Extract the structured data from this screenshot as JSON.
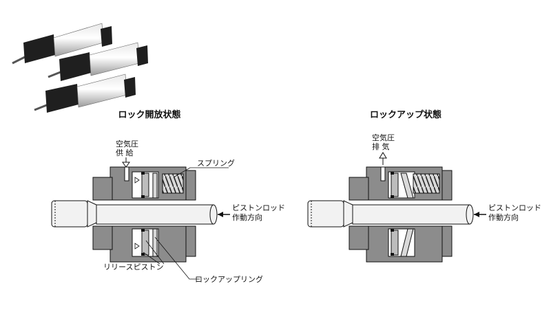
{
  "left": {
    "title": "ロック開放状態",
    "air_line1": "空気圧",
    "air_line2": "供 給",
    "spring": "スプリング",
    "rod_line1": "ピストンロッド",
    "rod_line2": "作動方向",
    "release_piston": "リリースピストン",
    "lockup_ring": "ロックアップリング"
  },
  "right": {
    "title": "ロックアップ状態",
    "air_line1": "空気圧",
    "air_line2": "排 気",
    "rod_line1": "ピストンロッド",
    "rod_line2": "作動方向"
  },
  "colors": {
    "body": "#8c8c8c",
    "body_dark": "#6a6a6a",
    "rod": "#f2f2f2",
    "line": "#111111"
  }
}
